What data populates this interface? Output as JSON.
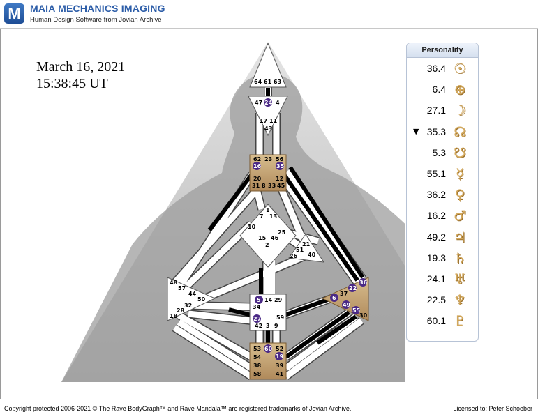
{
  "header": {
    "title": "MAIA MECHANICS IMAGING",
    "subtitle": "Human Design Software from Jovian Archive",
    "logo_letter": "M"
  },
  "chart": {
    "date": "March 16, 2021",
    "time": "15:38:45 UT"
  },
  "gates": {
    "head": [
      "64",
      "61",
      "63"
    ],
    "ajna_top": [
      "47",
      "24",
      "4"
    ],
    "ajna_bottom": [
      "17",
      "11",
      "43"
    ],
    "throat": [
      "62",
      "23",
      "56",
      "16",
      "35",
      "20",
      "12",
      "31",
      "8",
      "33",
      "45"
    ],
    "g_center": [
      "1",
      "7",
      "13",
      "10",
      "25",
      "15",
      "46",
      "2"
    ],
    "ego": [
      "21",
      "51",
      "26",
      "40"
    ],
    "spleen": [
      "48",
      "57",
      "44",
      "50",
      "32",
      "28",
      "18"
    ],
    "solar_plexus": [
      "36",
      "22",
      "6",
      "37",
      "49",
      "55",
      "30"
    ],
    "sacral": [
      "5",
      "14",
      "29",
      "34",
      "27",
      "59",
      "42",
      "3",
      "9"
    ],
    "root": [
      "53",
      "60",
      "52",
      "54",
      "19",
      "38",
      "39",
      "58",
      "41"
    ]
  },
  "personality": {
    "heading": "Personality",
    "rows": [
      {
        "value": "36.4",
        "planet": "sun-icon",
        "glyph": "☉",
        "mark": ""
      },
      {
        "value": "6.4",
        "planet": "earth-icon",
        "glyph": "⊕",
        "mark": ""
      },
      {
        "value": "27.1",
        "planet": "moon-icon",
        "glyph": "☽",
        "mark": ""
      },
      {
        "value": "35.3",
        "planet": "north-node-icon",
        "glyph": "☊",
        "mark": "▼"
      },
      {
        "value": "5.3",
        "planet": "south-node-icon",
        "glyph": "☋",
        "mark": ""
      },
      {
        "value": "55.1",
        "planet": "mercury-icon",
        "glyph": "☿",
        "mark": ""
      },
      {
        "value": "36.2",
        "planet": "venus-icon",
        "glyph": "♀",
        "mark": ""
      },
      {
        "value": "16.2",
        "planet": "mars-icon",
        "glyph": "♂",
        "mark": ""
      },
      {
        "value": "49.2",
        "planet": "jupiter-icon",
        "glyph": "♃",
        "mark": ""
      },
      {
        "value": "19.3",
        "planet": "saturn-icon",
        "glyph": "♄",
        "mark": ""
      },
      {
        "value": "24.1",
        "planet": "uranus-icon",
        "glyph": "♅",
        "mark": ""
      },
      {
        "value": "22.5",
        "planet": "neptune-icon",
        "glyph": "♆",
        "mark": ""
      },
      {
        "value": "60.1",
        "planet": "pluto-icon",
        "glyph": "♇",
        "mark": ""
      }
    ]
  },
  "colors": {
    "defined": "#c4a474",
    "activation": "#4b2a86",
    "brand": "#2c5da8"
  },
  "footer": {
    "copyright": "Copyright protected 2006-2021 ©.The Rave BodyGraph™ and Rave Mandala™ are registered trademarks of Jovian Archive.",
    "license": "Licensed to: Peter Schoeber"
  }
}
